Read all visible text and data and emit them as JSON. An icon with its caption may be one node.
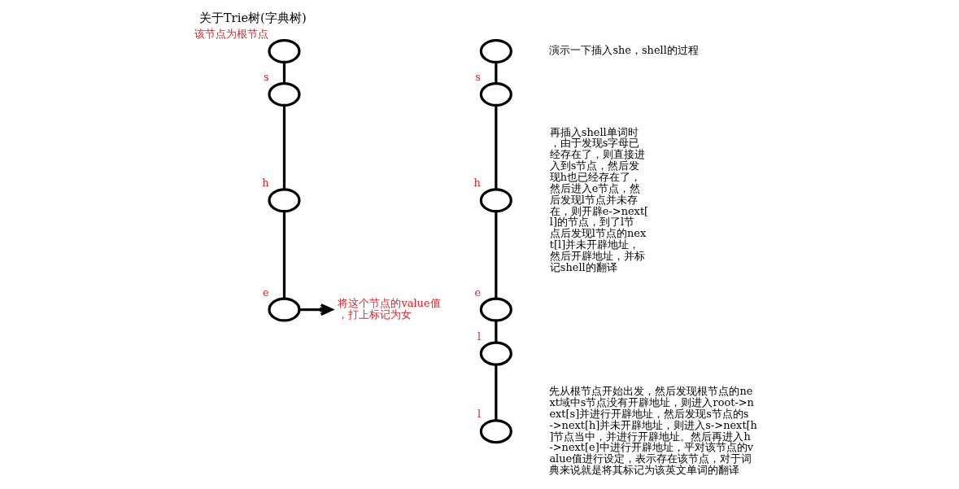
{
  "diagram": {
    "title": "关于Trie树(字典树)",
    "nodes": [
      {
        "text": [],
        "shape": "circle",
        "beside": [
          "该节点为根节点"
        ]
      },
      {
        "text": [],
        "shape": "circle",
        "beside": [
          "s"
        ]
      },
      {
        "text": [],
        "shape": "circle",
        "beside": [
          "h"
        ]
      },
      {
        "text": [],
        "shape": "circle",
        "beside": [
          "e"
        ]
      },
      {
        "text": [
          "将这个节点的value值，打上标记为女"
        ]
      },
      {
        "text": [],
        "shape": "circle"
      },
      {
        "text": [],
        "shape": "circle",
        "beside": [
          "s"
        ]
      },
      {
        "text": [],
        "shape": "circle",
        "beside": [
          "h"
        ]
      },
      {
        "text": [],
        "shape": "circle",
        "beside": [
          "e"
        ]
      },
      {
        "text": [],
        "shape": "circle",
        "beside": [
          "l"
        ]
      },
      {
        "text": [],
        "shape": "circle",
        "beside": [
          "l"
        ]
      }
    ],
    "edges": [
      {
        "from": 0,
        "to": 1,
        "arrow": "none"
      },
      {
        "from": 1,
        "to": 2,
        "arrow": "none"
      },
      {
        "from": 2,
        "to": 3,
        "arrow": "none"
      },
      {
        "from": 3,
        "to": 4,
        "arrow": "to"
      },
      {
        "from": 5,
        "to": 6,
        "arrow": "none"
      },
      {
        "from": 6,
        "to": 7,
        "arrow": "none"
      },
      {
        "from": 7,
        "to": 8,
        "arrow": "none"
      },
      {
        "from": 8,
        "to": 9,
        "arrow": "none"
      },
      {
        "from": 9,
        "to": 10,
        "arrow": "none"
      }
    ],
    "labels": [
      "演示一下插入she，shell的过程",
      "先从根节点开始出发，然后发现根节点的next域中s节点没有开辟地址，则进入root->next[s]并进行开辟地址，然后发现s节点的s->next[h]并未开辟地址，则进入s->next[h]节点当中，并进行开辟地址。然后再进入h->next[e]中进行开辟地址，平对该节点的value值进行设定，表示存在该节点，对于词典来说就是将其标记为该英文单词的翻译",
      "再插入shell单词时，由于发现s字母已经存在了，则直接进入到s节点，然后发现h也已经存在了，然后进入e节点，然后发现l节点并未存在，则开辟e->next[l]的节点，到了l节点后发现l节点的next[l]并未开辟地址，然后开辟地址，并标记shell的翻译"
    ]
  }
}
